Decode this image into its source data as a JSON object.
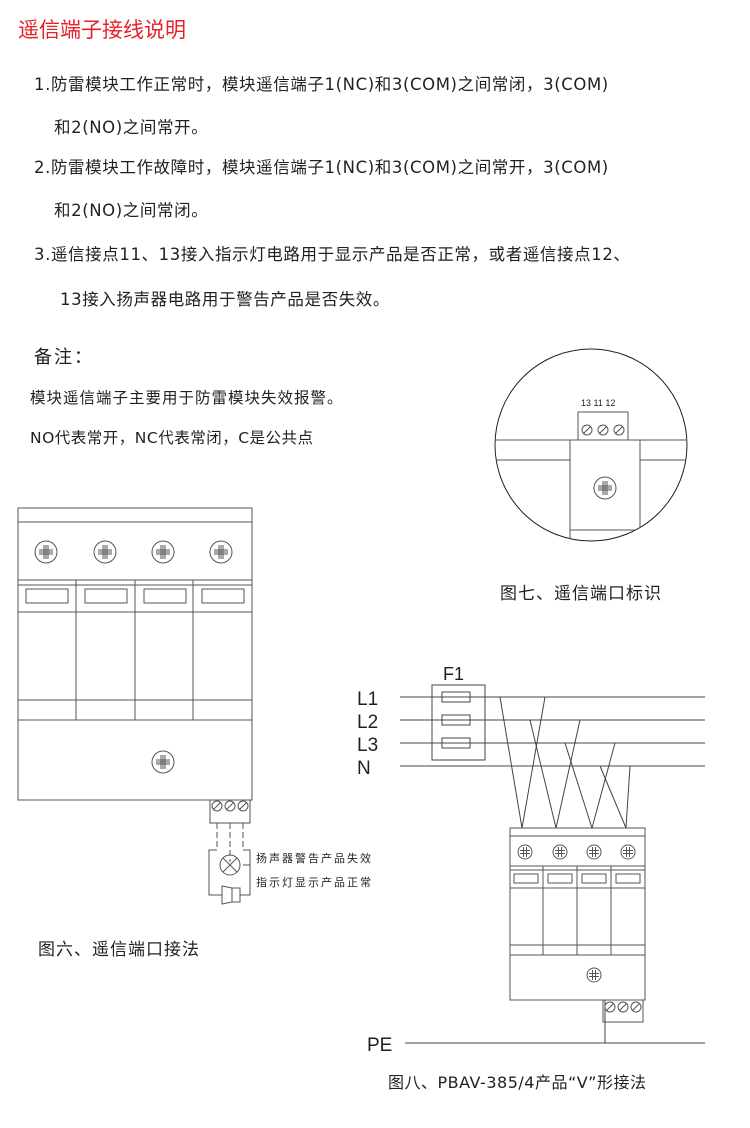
{
  "title": "遥信端子接线说明",
  "instructions": [
    {
      "line1": "1.防雷模块工作正常时，模块遥信端子1(NC)和3(COM)之间常闭，3(COM)",
      "line2": "和2(NO)之间常开。"
    },
    {
      "line1": "2.防雷模块工作故障时，模块遥信端子1(NC)和3(COM)之间常开，3(COM)",
      "line2": "和2(NO)之间常闭。"
    },
    {
      "line1": "3.遥信接点11、13接入指示灯电路用于显示产品是否正常，或者遥信接点12、",
      "line2": "13接入扬声器电路用于警告产品是否失效。"
    }
  ],
  "notes": {
    "heading": "备注：",
    "lines": [
      "模块遥信端子主要用于防雷模块失效报警。",
      "NO代表常开，NC代表常闭，C是公共点"
    ]
  },
  "fig6": {
    "caption": "图六、遥信端口接法",
    "label_speaker": "扬声器警告产品失效",
    "label_lamp": "指示灯显示产品正常"
  },
  "fig7": {
    "caption": "图七、遥信端口标识",
    "terminals": "13 11 12"
  },
  "fig8": {
    "caption": "图八、PBAV-385/4产品“V”形接法",
    "fuse": "F1",
    "lines": [
      "L1",
      "L2",
      "L3",
      "N"
    ],
    "pe": "PE"
  },
  "colors": {
    "title": "#e8202a",
    "line": "#231f20"
  }
}
